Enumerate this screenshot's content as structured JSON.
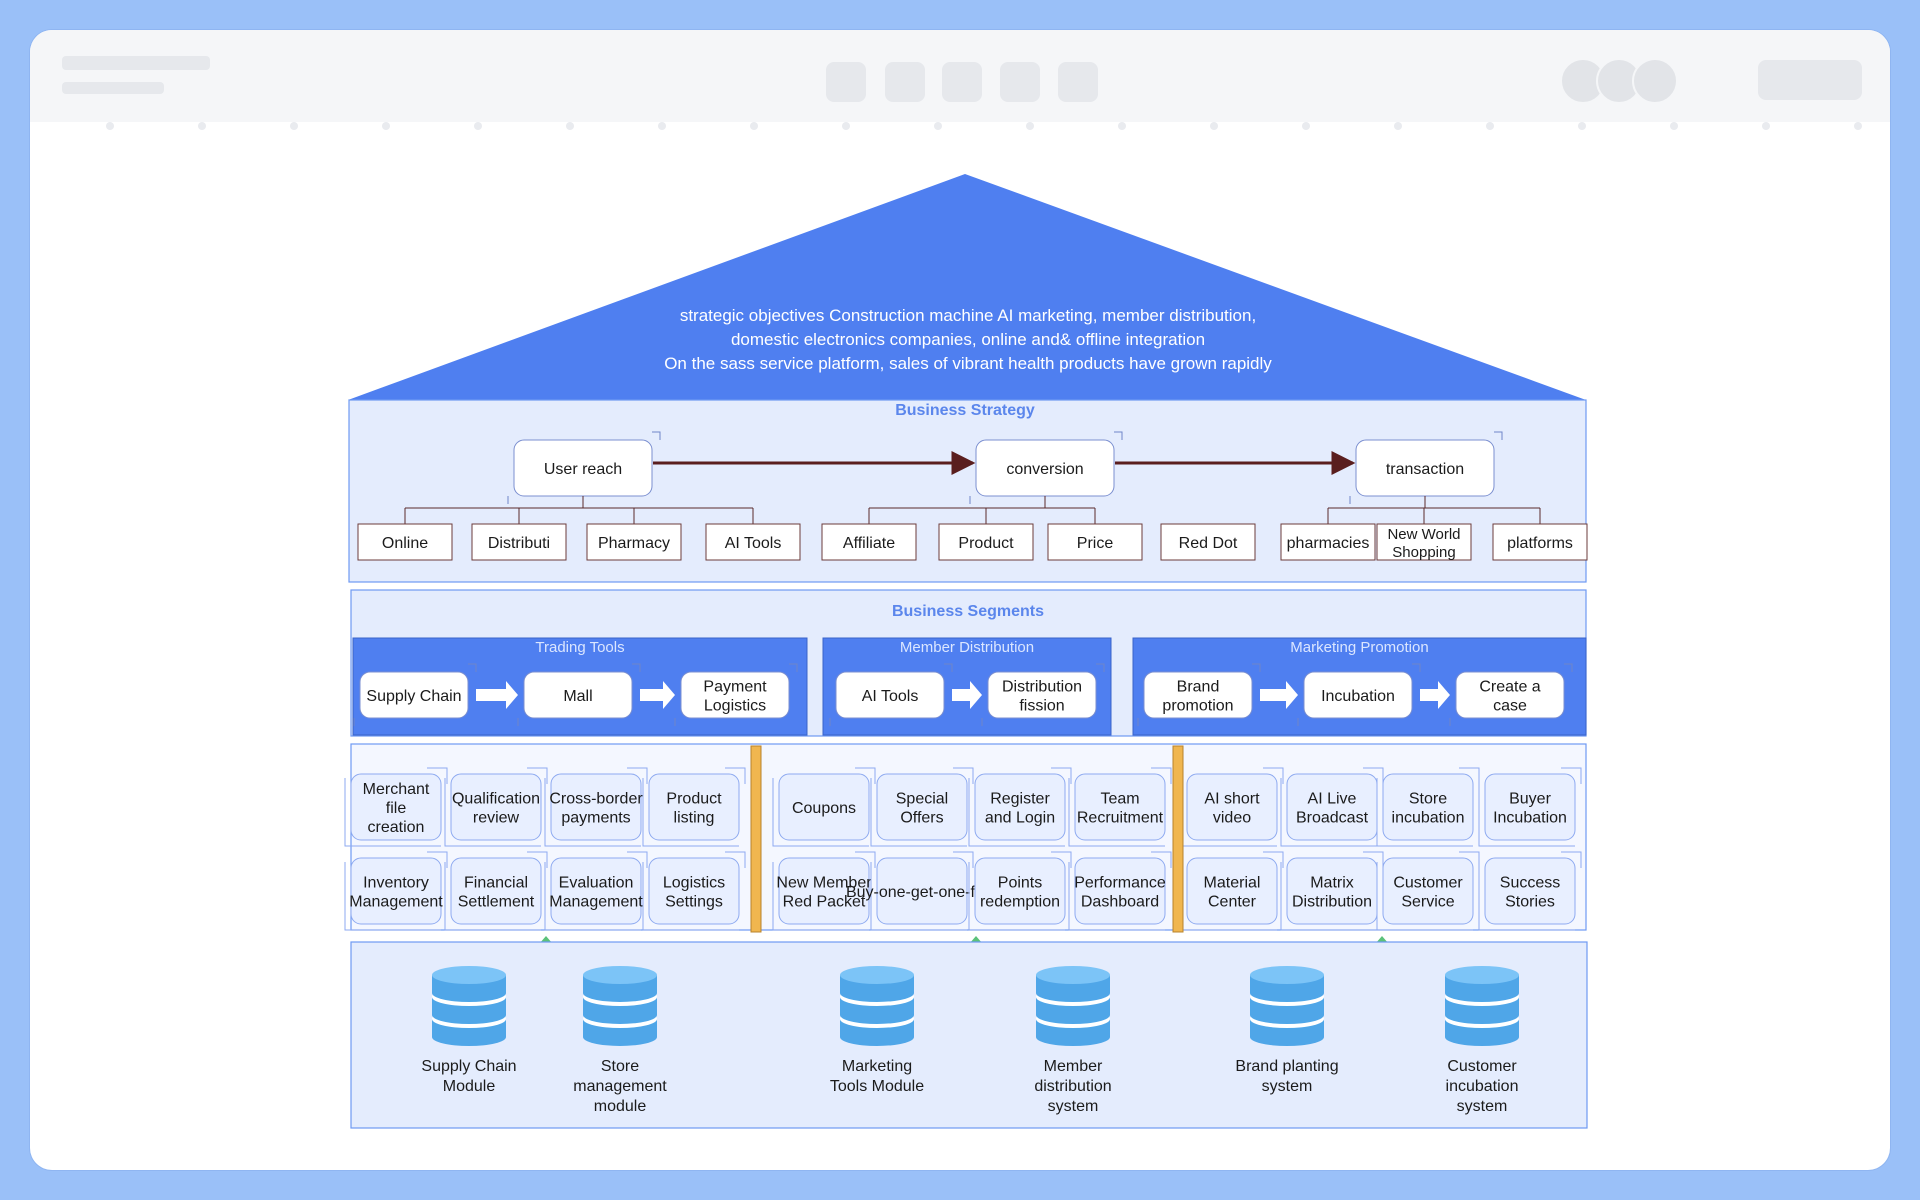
{
  "diagram": {
    "roof_lines": [
      "strategic objectives Construction machine AI marketing, member distribution,",
      "domestic electronics companies, online and& offline integration",
      "On the sass service platform, sales of vibrant health products have grown rapidly"
    ],
    "strategy": {
      "title": "Business Strategy",
      "stages": [
        "User reach",
        "conversion",
        "transaction"
      ],
      "children": [
        [
          "Online",
          "Distributi",
          "Pharmacy",
          "AI Tools"
        ],
        [
          "Affiliate",
          "Product",
          "Price"
        ],
        [
          "Red Dot"
        ],
        [
          "pharmacies",
          "New World Shopping",
          "platforms"
        ]
      ]
    },
    "segments": {
      "title": "Business Segments",
      "groups": [
        {
          "title": "Trading Tools",
          "items": [
            "Supply Chain",
            "Mall",
            "Payment Logistics"
          ]
        },
        {
          "title": "Member Distribution",
          "items": [
            "AI Tools",
            "Distribution fission"
          ]
        },
        {
          "title": "Marketing Promotion",
          "items": [
            "Brand promotion",
            "Incubation",
            "Create a case"
          ]
        }
      ]
    },
    "features": [
      [
        [
          "Merchant file creation",
          "Qualification review",
          "Cross-border payments",
          "Product listing"
        ],
        [
          "Inventory Management",
          "Financial Settlement",
          "Evaluation Management",
          "Logistics Settings"
        ]
      ],
      [
        [
          "Coupons",
          "Special Offers",
          "Register and Login",
          "Team Recruitment"
        ],
        [
          "New Member Red Packet",
          "Buy-one-get-one-free",
          "Points redemption",
          "Performance Dashboard"
        ]
      ],
      [
        [
          "AI short video",
          "AI Live Broadcast",
          "Store incubation",
          "Buyer Incubation"
        ],
        [
          "Material Center",
          "Matrix Distribution",
          "Customer Service",
          "Success Stories"
        ]
      ]
    ],
    "systems": [
      "Supply Chain Module",
      "Store management module",
      "Marketing Tools Module",
      "Member distribution system",
      "Brand planting system",
      "Customer incubation system"
    ],
    "colors": {
      "roof": "#4f7ff0",
      "panel_bg": "#e4ecfd",
      "panel_border": "#6e9af2",
      "accent_text": "#5b86ec",
      "arrow_dark": "#5a1e1e",
      "pillar": "#f0b64f",
      "up_arrow": "#5cc27a",
      "db": "#4fa6e8"
    }
  }
}
